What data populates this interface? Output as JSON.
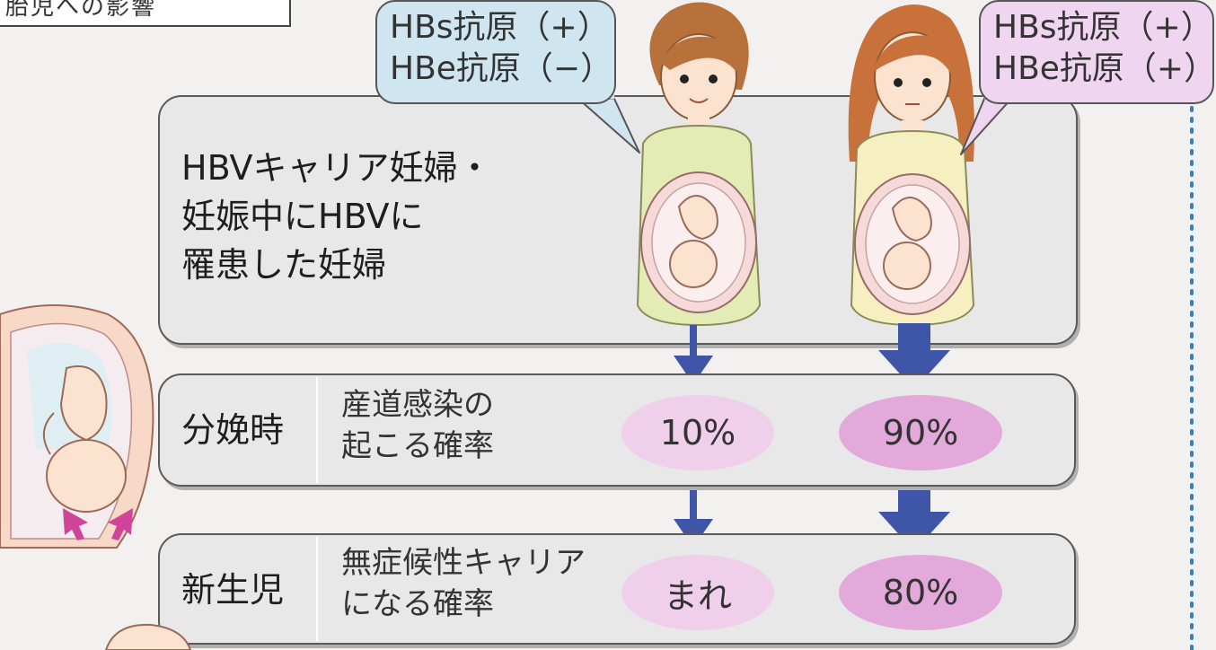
{
  "header": {
    "partial_label": "胎児への影響"
  },
  "main_box": {
    "lines": [
      "HBVキャリア妊婦・",
      "妊娠中にHBVに",
      "罹患した妊婦"
    ]
  },
  "bubbles": {
    "left": {
      "line1": "HBs抗原（+）",
      "line2": "HBe抗原（−）",
      "color": "#cfe6f1"
    },
    "right": {
      "line1": "HBs抗原（+）",
      "line2": "HBe抗原（+）",
      "color": "#efd5ef"
    }
  },
  "rows": {
    "birth": {
      "label": "分娩時",
      "desc_line1": "産道感染の",
      "desc_line2": "起こる確率",
      "left_value": "10%",
      "right_value": "90%"
    },
    "newborn": {
      "label": "新生児",
      "desc_line1": "無症候性キャリア",
      "desc_line2": "になる確率",
      "left_value": "まれ",
      "right_value": "80%"
    }
  },
  "colors": {
    "arrow": "#3f56a8",
    "pill_light": "#efcfe9",
    "pill_dark": "#e3a9da",
    "card": "#e8e8e8"
  }
}
